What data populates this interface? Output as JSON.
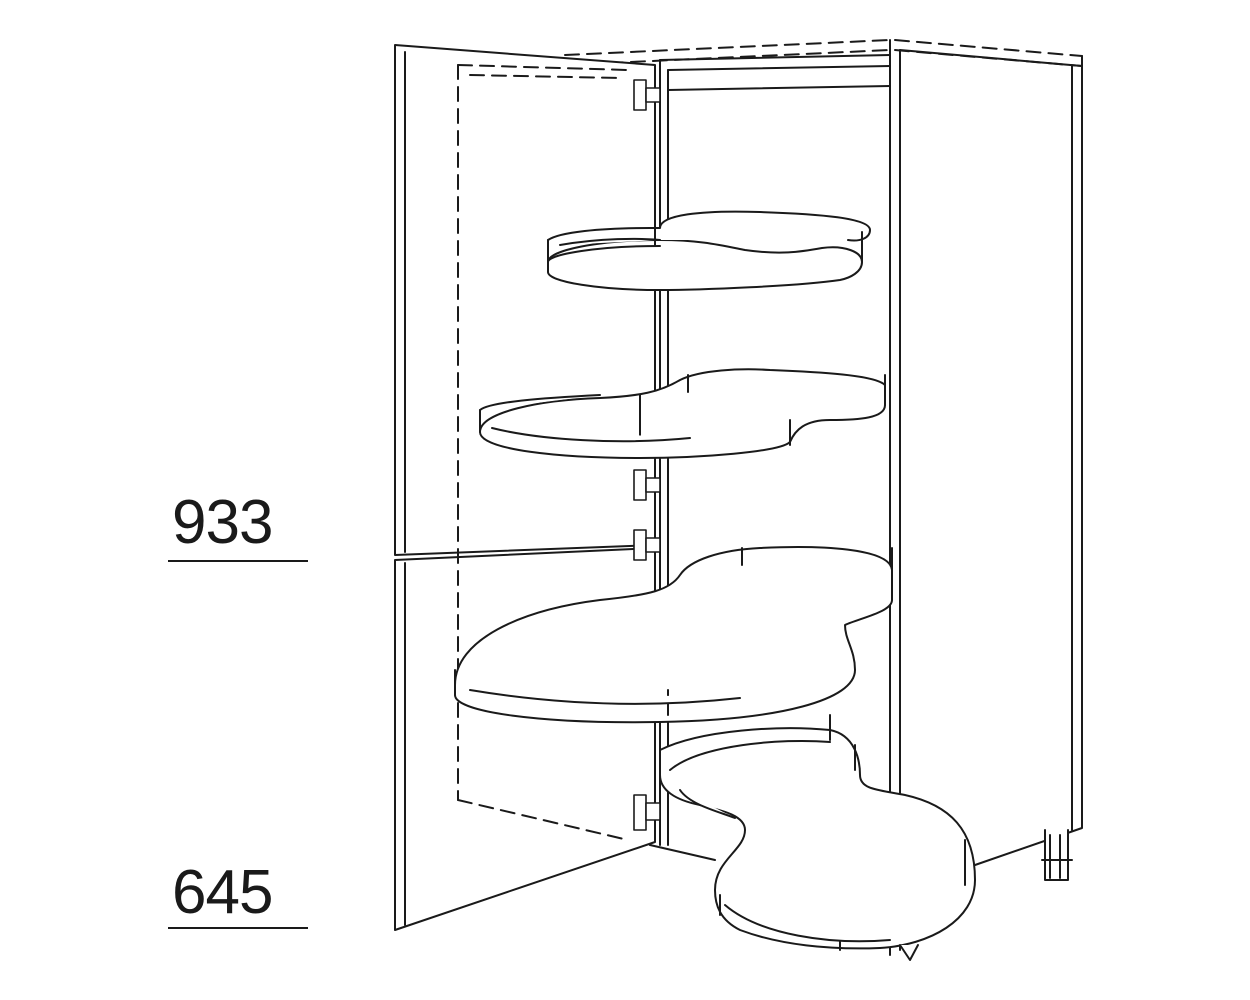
{
  "dimensions": [
    {
      "id": "height-upper",
      "value": "933"
    },
    {
      "id": "height-lower",
      "value": "645"
    }
  ],
  "colors": {
    "stroke": "#1a1a1a",
    "fill": "#ffffff",
    "shelf_fill": "#ffffff"
  }
}
